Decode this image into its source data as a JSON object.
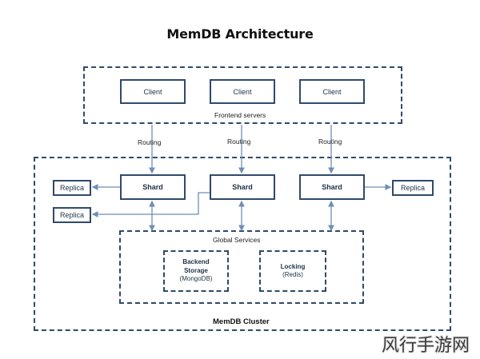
{
  "title": "MemDB Architecture",
  "frontend": {
    "label": "Frontend servers",
    "clients": [
      "Client",
      "Client",
      "Client"
    ]
  },
  "routing_labels": [
    "Routing",
    "Routing",
    "Routing"
  ],
  "cluster": {
    "label": "MemDB Cluster",
    "shards": [
      "Shard",
      "Shard",
      "Shard"
    ],
    "replicas": [
      "Replica",
      "Replica",
      "Replica"
    ],
    "global_services": {
      "label": "Global Services",
      "backend_storage": {
        "line1": "Backend",
        "line2": "Storage",
        "line3": "(MongoDB)"
      },
      "locking": {
        "line1": "Locking",
        "line2": "(Redis)"
      }
    }
  },
  "watermark": "风行手游网",
  "colors": {
    "border": "#2f4a6b",
    "arrow": "#6f8fb3"
  }
}
